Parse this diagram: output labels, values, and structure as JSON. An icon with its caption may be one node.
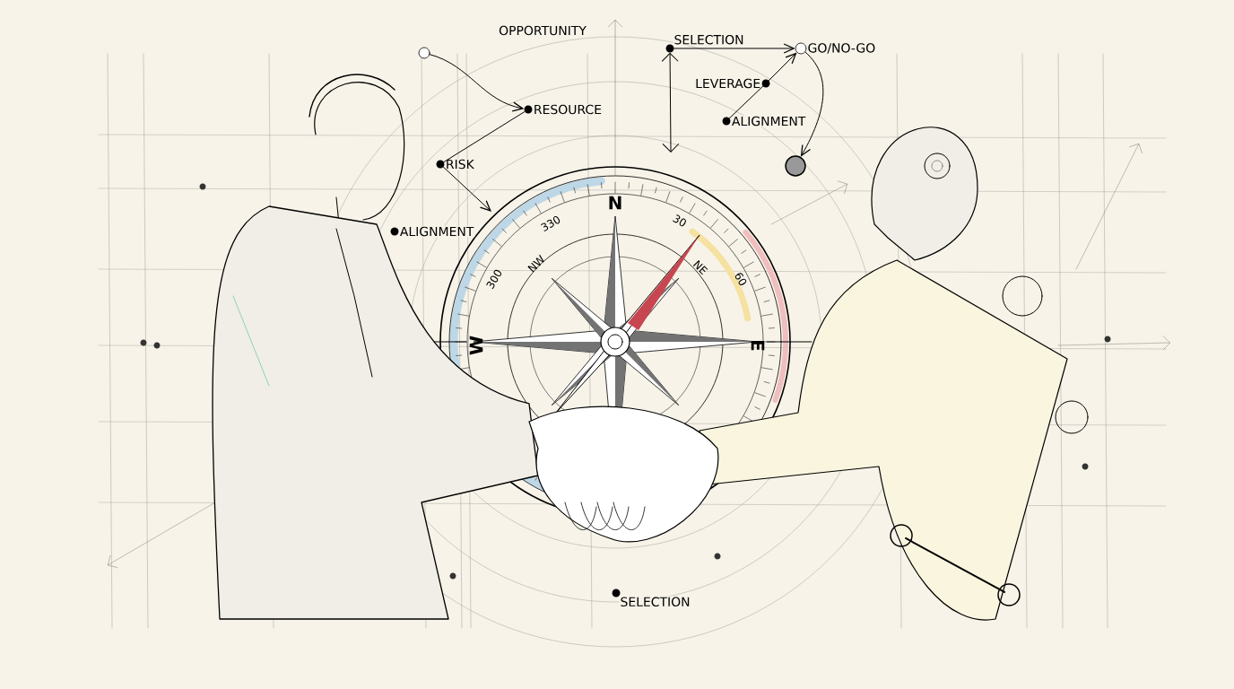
{
  "diagram": {
    "nodes": [
      {
        "text": [
          "OPPORTUNITY"
        ]
      },
      {
        "text": [
          "SELECTION"
        ]
      },
      {
        "text": [
          "GO/NO-GO"
        ]
      },
      {
        "text": [
          "RESOURCE"
        ]
      },
      {
        "text": [
          "LEVERAGE"
        ]
      },
      {
        "text": [
          "ALIGNMENT"
        ]
      },
      {
        "text": [
          "RISK"
        ]
      },
      {
        "text": [
          "ALIGNMENT"
        ]
      },
      {
        "text": [
          "SELECTION"
        ]
      },
      {
        "text": [],
        "shape": "circle"
      },
      {
        "text": [],
        "shape": "circle"
      }
    ],
    "edges": [
      {
        "from": 9,
        "to": 3,
        "arrow": "to"
      },
      {
        "from": 6,
        "to": 3,
        "arrow": "none"
      },
      {
        "from": 6,
        "to": null,
        "arrow": "to"
      },
      {
        "from": 5,
        "to": 4,
        "arrow": "none"
      },
      {
        "from": 4,
        "to": 2,
        "arrow": "to"
      },
      {
        "from": 1,
        "to": 2,
        "arrow": "to"
      },
      {
        "from": 1,
        "to": null,
        "arrow": "both"
      },
      {
        "from": 2,
        "to": 10,
        "arrow": "to"
      }
    ],
    "labels": [
      "N",
      "330",
      "30",
      "NW",
      "NE",
      "300",
      "60",
      "W",
      "E"
    ]
  }
}
